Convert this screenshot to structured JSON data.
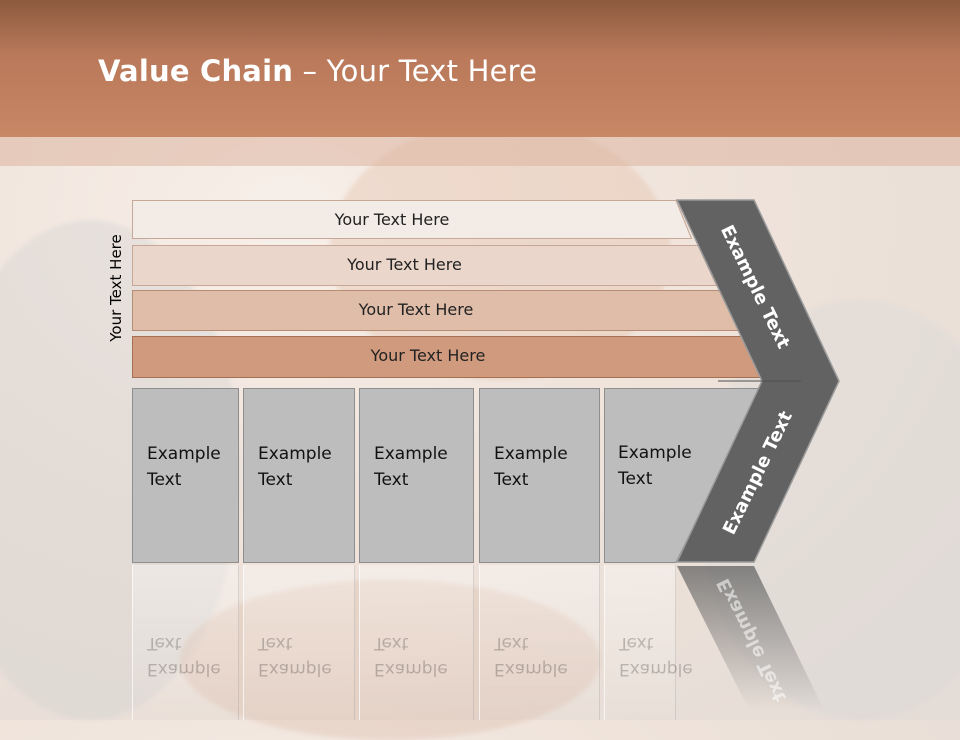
{
  "slide": {
    "title_bold": "Value Chain",
    "title_rest": " – Your Text Here",
    "side_label": "Your Text Here"
  },
  "bars": [
    {
      "label": "Your Text Here",
      "color": "#f3ebe6"
    },
    {
      "label": "Your Text Here",
      "color": "#ead6ca"
    },
    {
      "label": "Your Text Here",
      "color": "#dfbda9"
    },
    {
      "label": "Your Text Here",
      "color": "#cf9a7d"
    }
  ],
  "boxes": [
    {
      "line1": "Example",
      "line2": "Text"
    },
    {
      "line1": "Example",
      "line2": "Text"
    },
    {
      "line1": "Example",
      "line2": "Text"
    },
    {
      "line1": "Example",
      "line2": "Text"
    },
    {
      "line1": "Example",
      "line2": "Text"
    }
  ],
  "chevron": {
    "upper_label": "Example Text",
    "lower_label": "Example Text",
    "color": "#626262"
  }
}
